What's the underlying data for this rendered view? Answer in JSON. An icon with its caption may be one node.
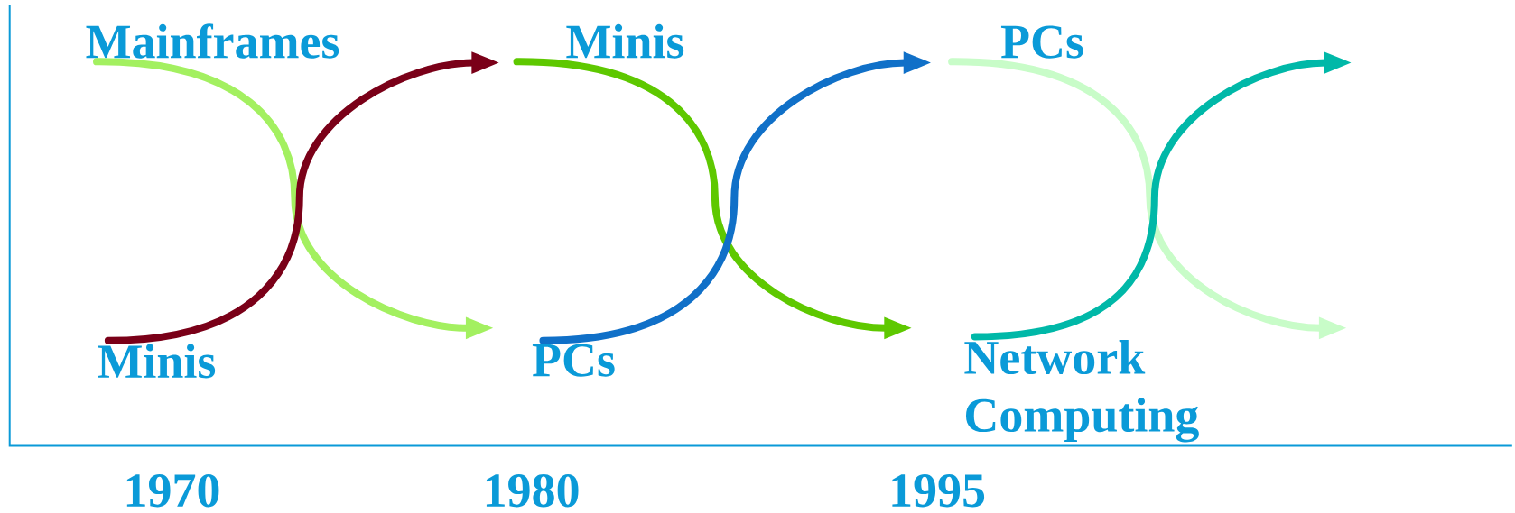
{
  "diagram": {
    "nodes": [
      {
        "text": [
          "Mainframes"
        ]
      },
      {
        "text": [
          "Minis"
        ]
      },
      {
        "text": [
          "Minis"
        ]
      },
      {
        "text": [
          "PCs"
        ]
      },
      {
        "text": [
          "PCs"
        ]
      },
      {
        "text": [
          "Network Computing"
        ]
      }
    ],
    "edges": [
      {
        "from": 0,
        "to": null,
        "arrow": "to",
        "color": "#a3f060"
      },
      {
        "from": 1,
        "to": null,
        "arrow": "to",
        "color": "#7a0018"
      },
      {
        "from": 2,
        "to": null,
        "arrow": "to",
        "color": "#5ec800"
      },
      {
        "from": 3,
        "to": null,
        "arrow": "to",
        "color": "#1070c8"
      },
      {
        "from": 4,
        "to": null,
        "arrow": "to",
        "color": "#c8fcc8"
      },
      {
        "from": 5,
        "to": null,
        "arrow": "to",
        "color": "#00b8a8"
      }
    ],
    "labels": [
      "1970",
      "1980",
      "1995"
    ]
  }
}
